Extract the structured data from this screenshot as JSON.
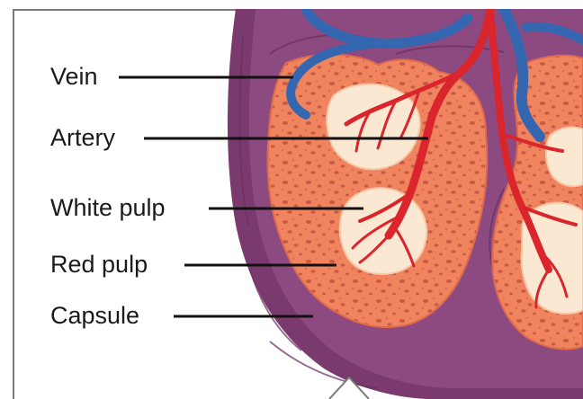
{
  "labels": {
    "vein": "Vein",
    "artery": "Artery",
    "white_pulp": "White pulp",
    "red_pulp": "Red pulp",
    "capsule": "Capsule"
  },
  "colors": {
    "capsule": "#7a3a6e",
    "capsule_dark": "#5e2a57",
    "red_pulp": "#f0845e",
    "red_pulp_spots": "#c95a45",
    "white_pulp": "#fbe8d2",
    "artery": "#d9252b",
    "vein": "#3566b0",
    "leader_line": "#111111"
  }
}
